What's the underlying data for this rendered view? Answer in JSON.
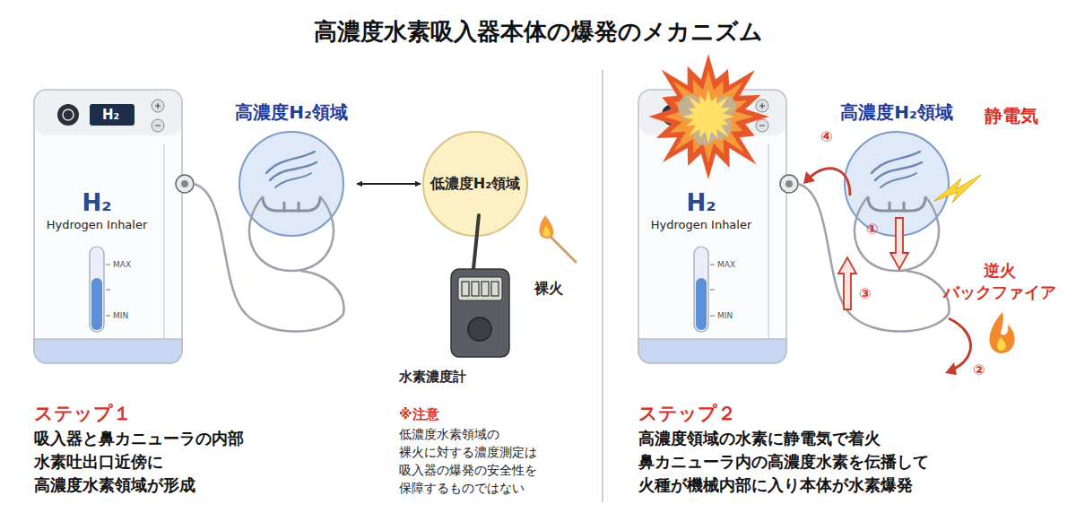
{
  "diagram": {
    "title": "高濃度水素吸入器本体の爆発のメカニズム",
    "nodes": [
      {
        "text": [
          "H₂",
          "Hydrogen Inhaler"
        ]
      },
      {
        "text": [
          "高濃度H₂領域"
        ]
      },
      {
        "text": [
          "低濃度H₂領域"
        ]
      },
      {
        "text": [
          "H₂",
          "Hydrogen Inhaler"
        ]
      },
      {
        "text": [
          "高濃度H₂領域"
        ]
      }
    ],
    "edges": [
      {
        "from": 1,
        "to": 2,
        "arrow": "both"
      }
    ],
    "labels": [
      "H₂",
      "MAX",
      "MIN",
      "裸火",
      "水素濃度計",
      "ステップ１",
      "吸入器と鼻カニューラの内部 水素吐出口近傍に 高濃度水素領域が形成",
      "※注意",
      "低濃度水素領域の 裸火に対する濃度測定は 吸入器の爆発の安全性を 保障するものではない",
      "MAX",
      "MIN",
      "静電気",
      "①",
      "②",
      "③",
      "④",
      "逆火 バックファイア",
      "ステップ２",
      "高濃度領域の水素に静電気で着火 鼻カニューラ内の高濃度水素を伝播して 火種が機械内部に入り本体が水素爆発"
    ]
  }
}
